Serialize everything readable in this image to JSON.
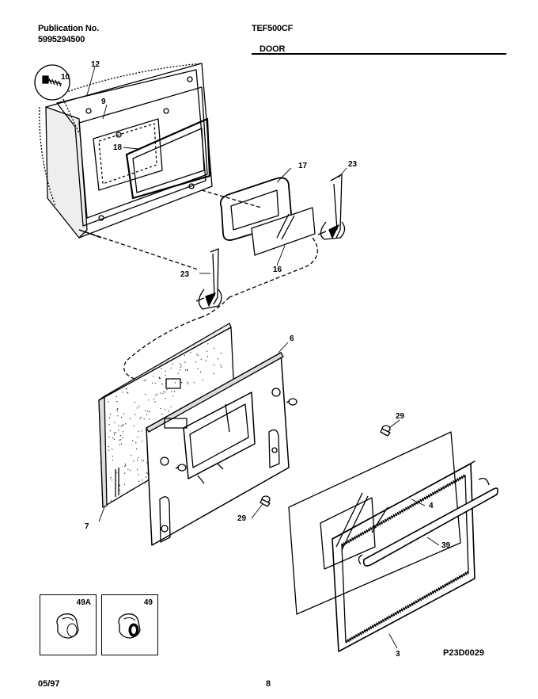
{
  "header": {
    "publication_label": "Publication No.",
    "publication_number": "5995294500",
    "model": "TEF500CF",
    "section": "DOOR"
  },
  "callouts": {
    "c12": "12",
    "c10": "10",
    "c9": "9",
    "c18": "18",
    "c17": "17",
    "c23a": "23",
    "c23b": "23",
    "c16": "16",
    "c6": "6",
    "c7": "7",
    "c29a": "29",
    "c29b": "29",
    "c4": "4",
    "c39": "39",
    "c3": "3"
  },
  "insets": [
    {
      "label": "49A"
    },
    {
      "label": "49"
    }
  ],
  "figure_code": "P23D0029",
  "footer": {
    "date": "05/97",
    "page": "8"
  }
}
